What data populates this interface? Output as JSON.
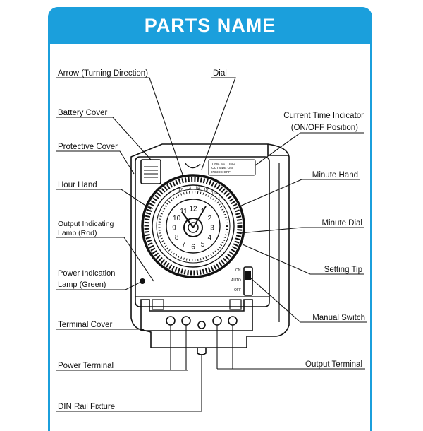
{
  "header": {
    "title": "PARTS NAME"
  },
  "labels": {
    "arrow": "Arrow (Turning Direction)",
    "dial": "Dial",
    "battery_cover": "Battery Cover",
    "current_time_1": "Current Time Indicator",
    "current_time_2": "(ON/OFF Position)",
    "protective_cover": "Protective Cover",
    "minute_hand": "Minute Hand",
    "hour_hand": "Hour Hand",
    "minute_dial": "Minute Dial",
    "output_lamp_1": "Output Indicating",
    "output_lamp_2": "Lamp (Rod)",
    "setting_tip": "Setting Tip",
    "power_lamp_1": "Power Indication",
    "power_lamp_2": "Lamp (Green)",
    "manual_switch": "Manual Switch",
    "terminal_cover": "Terminal Cover",
    "power_terminal": "Power Terminal",
    "output_terminal": "Output Terminal",
    "din_rail": "DIN Rail Fixture"
  },
  "device": {
    "dial_numbers": [
      "12",
      "1",
      "2",
      "3",
      "4",
      "5",
      "6",
      "7",
      "8",
      "9",
      "10",
      "11"
    ],
    "top_scale": [
      "12",
      "13",
      "14",
      "15",
      "16",
      "17"
    ],
    "panel_text_1": "TIME SETTING",
    "panel_text_2": "OUTSIDE ON",
    "panel_text_3": "INSIDE OFF",
    "switch_text_1": "ON",
    "switch_text_2": "AUTO",
    "switch_text_3": "OFF"
  },
  "colors": {
    "accent": "#1b9fdc",
    "line": "#111111"
  }
}
